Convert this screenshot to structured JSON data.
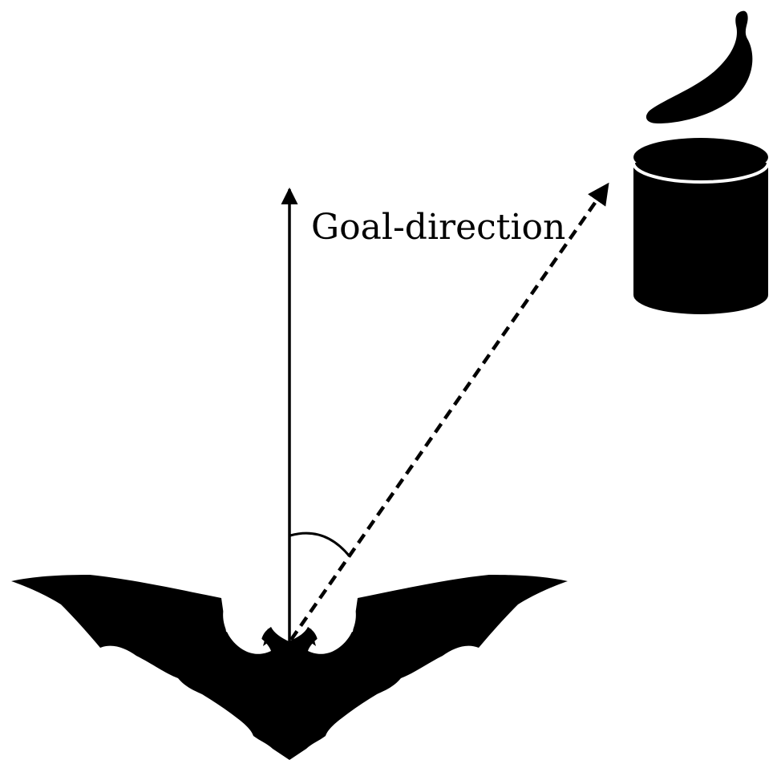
{
  "diagram": {
    "label": "Goal-direction",
    "nodes": [
      {
        "id": "bat",
        "icon": "bat-silhouette-icon"
      },
      {
        "id": "goal",
        "icon": "banana-icon"
      },
      {
        "id": "feeder",
        "icon": "cylinder-feeder-icon"
      }
    ],
    "edges": [
      {
        "from": "bat",
        "to": "heading",
        "style": "solid-arrow"
      },
      {
        "from": "bat",
        "to": "feeder",
        "style": "dashed-arrow"
      }
    ],
    "annotations": [
      "angle-arc"
    ],
    "colors": {
      "ink": "#000000",
      "background": "#ffffff"
    }
  }
}
